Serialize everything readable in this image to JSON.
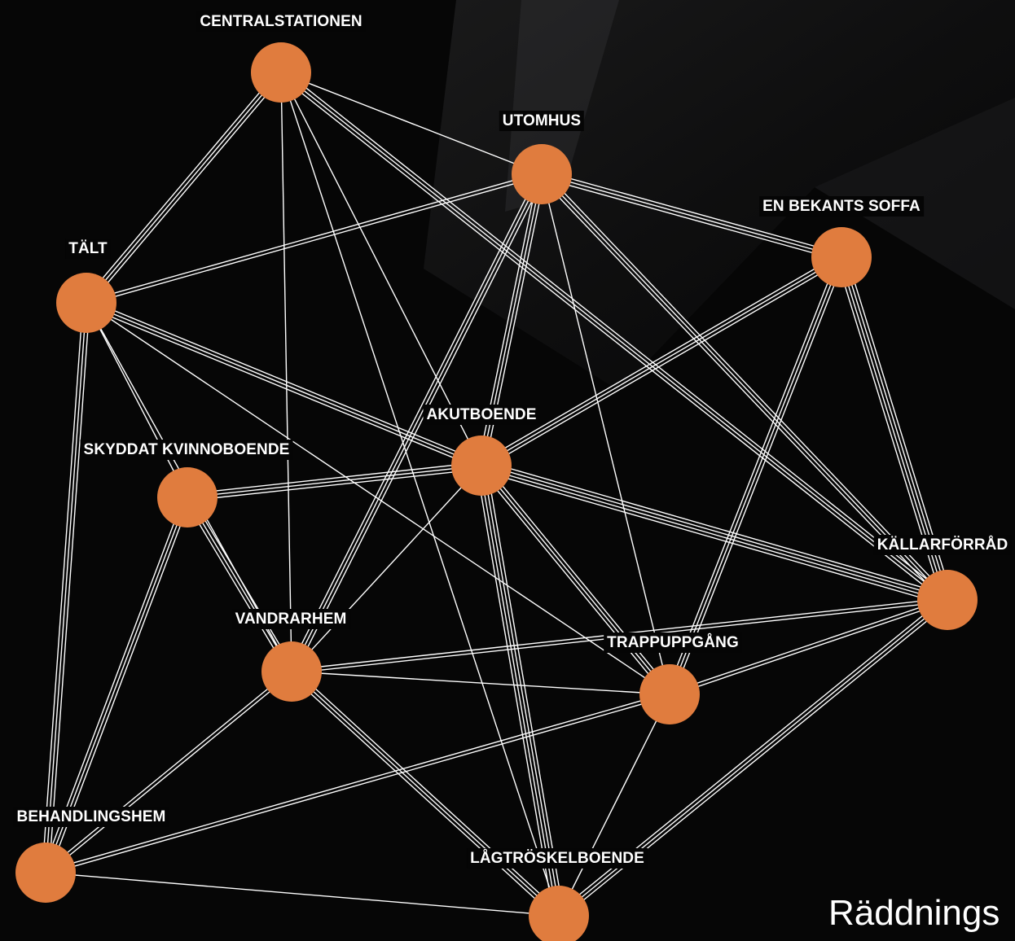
{
  "colors": {
    "background": "#060606",
    "node": "#e07c3e",
    "edge": "#ffffff",
    "label_bg": "#050505",
    "label_text": "#ffffff"
  },
  "footer": {
    "text": "Räddnings"
  },
  "nodes": [
    {
      "id": "centralstationen",
      "label": "CENTRALSTATIONEN"
    },
    {
      "id": "utomhus",
      "label": "UTOMHUS"
    },
    {
      "id": "soffa",
      "label": "EN BEKANTS SOFFA"
    },
    {
      "id": "talt",
      "label": "TÄLT"
    },
    {
      "id": "akutboende",
      "label": "AKUTBOENDE"
    },
    {
      "id": "skyddat",
      "label": "SKYDDAT KVINNOBOENDE"
    },
    {
      "id": "kallarforrad",
      "label": "KÄLLARFÖRRÅD"
    },
    {
      "id": "vandrarhem",
      "label": "VANDRARHEM"
    },
    {
      "id": "trappuppgang",
      "label": "TRAPPUPPGÅNG"
    },
    {
      "id": "behandlingshem",
      "label": "BEHANDLINGSHEM"
    },
    {
      "id": "lagtroskel",
      "label": "LÅGTRÖSKELBOENDE"
    }
  ],
  "edges": [
    [
      "centralstationen",
      "talt",
      3
    ],
    [
      "centralstationen",
      "utomhus",
      1
    ],
    [
      "centralstationen",
      "vandrarhem",
      1
    ],
    [
      "centralstationen",
      "akutboende",
      1
    ],
    [
      "centralstationen",
      "kallarforrad",
      3
    ],
    [
      "centralstationen",
      "lagtroskel",
      1
    ],
    [
      "utomhus",
      "talt",
      2
    ],
    [
      "utomhus",
      "soffa",
      3
    ],
    [
      "utomhus",
      "akutboende",
      3
    ],
    [
      "utomhus",
      "vandrarhem",
      3
    ],
    [
      "utomhus",
      "trappuppgang",
      1
    ],
    [
      "utomhus",
      "kallarforrad",
      3
    ],
    [
      "soffa",
      "akutboende",
      3
    ],
    [
      "soffa",
      "trappuppgang",
      3
    ],
    [
      "soffa",
      "kallarforrad",
      4
    ],
    [
      "talt",
      "skyddat",
      1
    ],
    [
      "talt",
      "akutboende",
      3
    ],
    [
      "talt",
      "vandrarhem",
      1
    ],
    [
      "talt",
      "trappuppgang",
      1
    ],
    [
      "talt",
      "behandlingshem",
      3
    ],
    [
      "akutboende",
      "skyddat",
      3
    ],
    [
      "akutboende",
      "kallarforrad",
      4
    ],
    [
      "akutboende",
      "trappuppgang",
      3
    ],
    [
      "akutboende",
      "lagtroskel",
      4
    ],
    [
      "akutboende",
      "vandrarhem",
      1
    ],
    [
      "skyddat",
      "vandrarhem",
      3
    ],
    [
      "skyddat",
      "behandlingshem",
      3
    ],
    [
      "vandrarhem",
      "kallarforrad",
      2
    ],
    [
      "vandrarhem",
      "trappuppgang",
      1
    ],
    [
      "vandrarhem",
      "behandlingshem",
      2
    ],
    [
      "vandrarhem",
      "lagtroskel",
      3
    ],
    [
      "trappuppgang",
      "kallarforrad",
      2
    ],
    [
      "trappuppgang",
      "behandlingshem",
      2
    ],
    [
      "trappuppgang",
      "lagtroskel",
      1
    ],
    [
      "kallarforrad",
      "lagtroskel",
      3
    ],
    [
      "behandlingshem",
      "lagtroskel",
      1
    ]
  ]
}
